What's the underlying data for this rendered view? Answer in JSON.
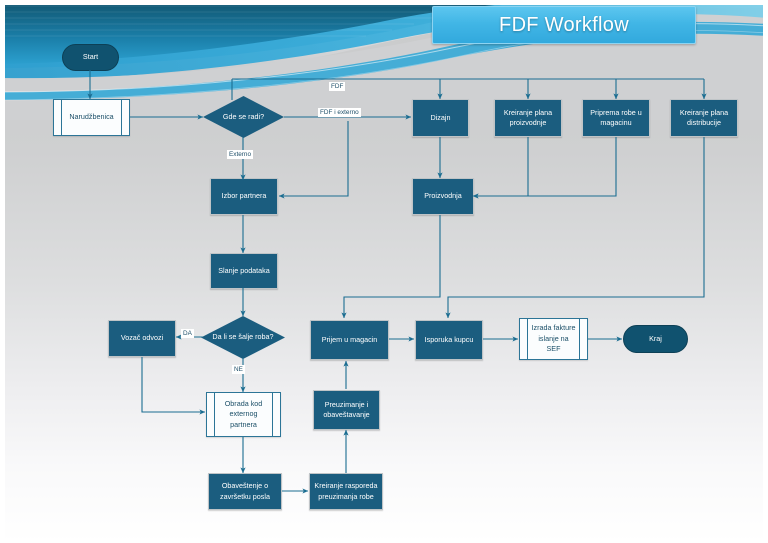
{
  "slide": {
    "title": "FDF Workflow",
    "accent_color": "#41b6e6",
    "node_fill": "#1b5d7f",
    "terminator_fill": "#10526f",
    "line_color": "#1b6d91",
    "background": "#d0d1d2"
  },
  "nodes": {
    "start": {
      "label": "Start"
    },
    "narudzbenica": {
      "label": "Narudžbenica"
    },
    "gde_se_radi": {
      "label": "Gde se radi?"
    },
    "dizajn": {
      "label": "Dizajn"
    },
    "plan_proizvodnje": {
      "label": "Kreiranje plana proizvodnje"
    },
    "priprema_robe": {
      "label": "Priprema robe u magacinu"
    },
    "plan_distribucije": {
      "label": "Kreiranje plana distribucije"
    },
    "izbor_partnera": {
      "label": "Izbor partnera"
    },
    "proizvodnja": {
      "label": "Proizvodnja"
    },
    "slanje_podataka": {
      "label": "Slanje podataka"
    },
    "da_li_se_salje": {
      "label": "Da li se šalje roba?"
    },
    "vozac_odvozi": {
      "label": "Vozač odvozi"
    },
    "prijem_u_magacin": {
      "label": "Prijem u magacin"
    },
    "isporuka_kupcu": {
      "label": "Isporuka kupcu"
    },
    "izrada_fakture": {
      "label": "Izrada fakture islanje na SEF"
    },
    "kraj": {
      "label": "Kraj"
    },
    "obrada_kod_partnera": {
      "label": "Obrada kod externog partnera"
    },
    "preuzimanje": {
      "label": "Preuzimanje i obaveštavanje"
    },
    "obavestenje": {
      "label": "Obaveštenje o završetku posla"
    },
    "raspored": {
      "label": "Kreiranje rasporeda preuzimanja robe"
    }
  },
  "edge_labels": {
    "fdf": "FDF",
    "fdf_i_externo": "FDF i externo",
    "externo": "Externo",
    "da": "DA",
    "ne": "NE"
  }
}
